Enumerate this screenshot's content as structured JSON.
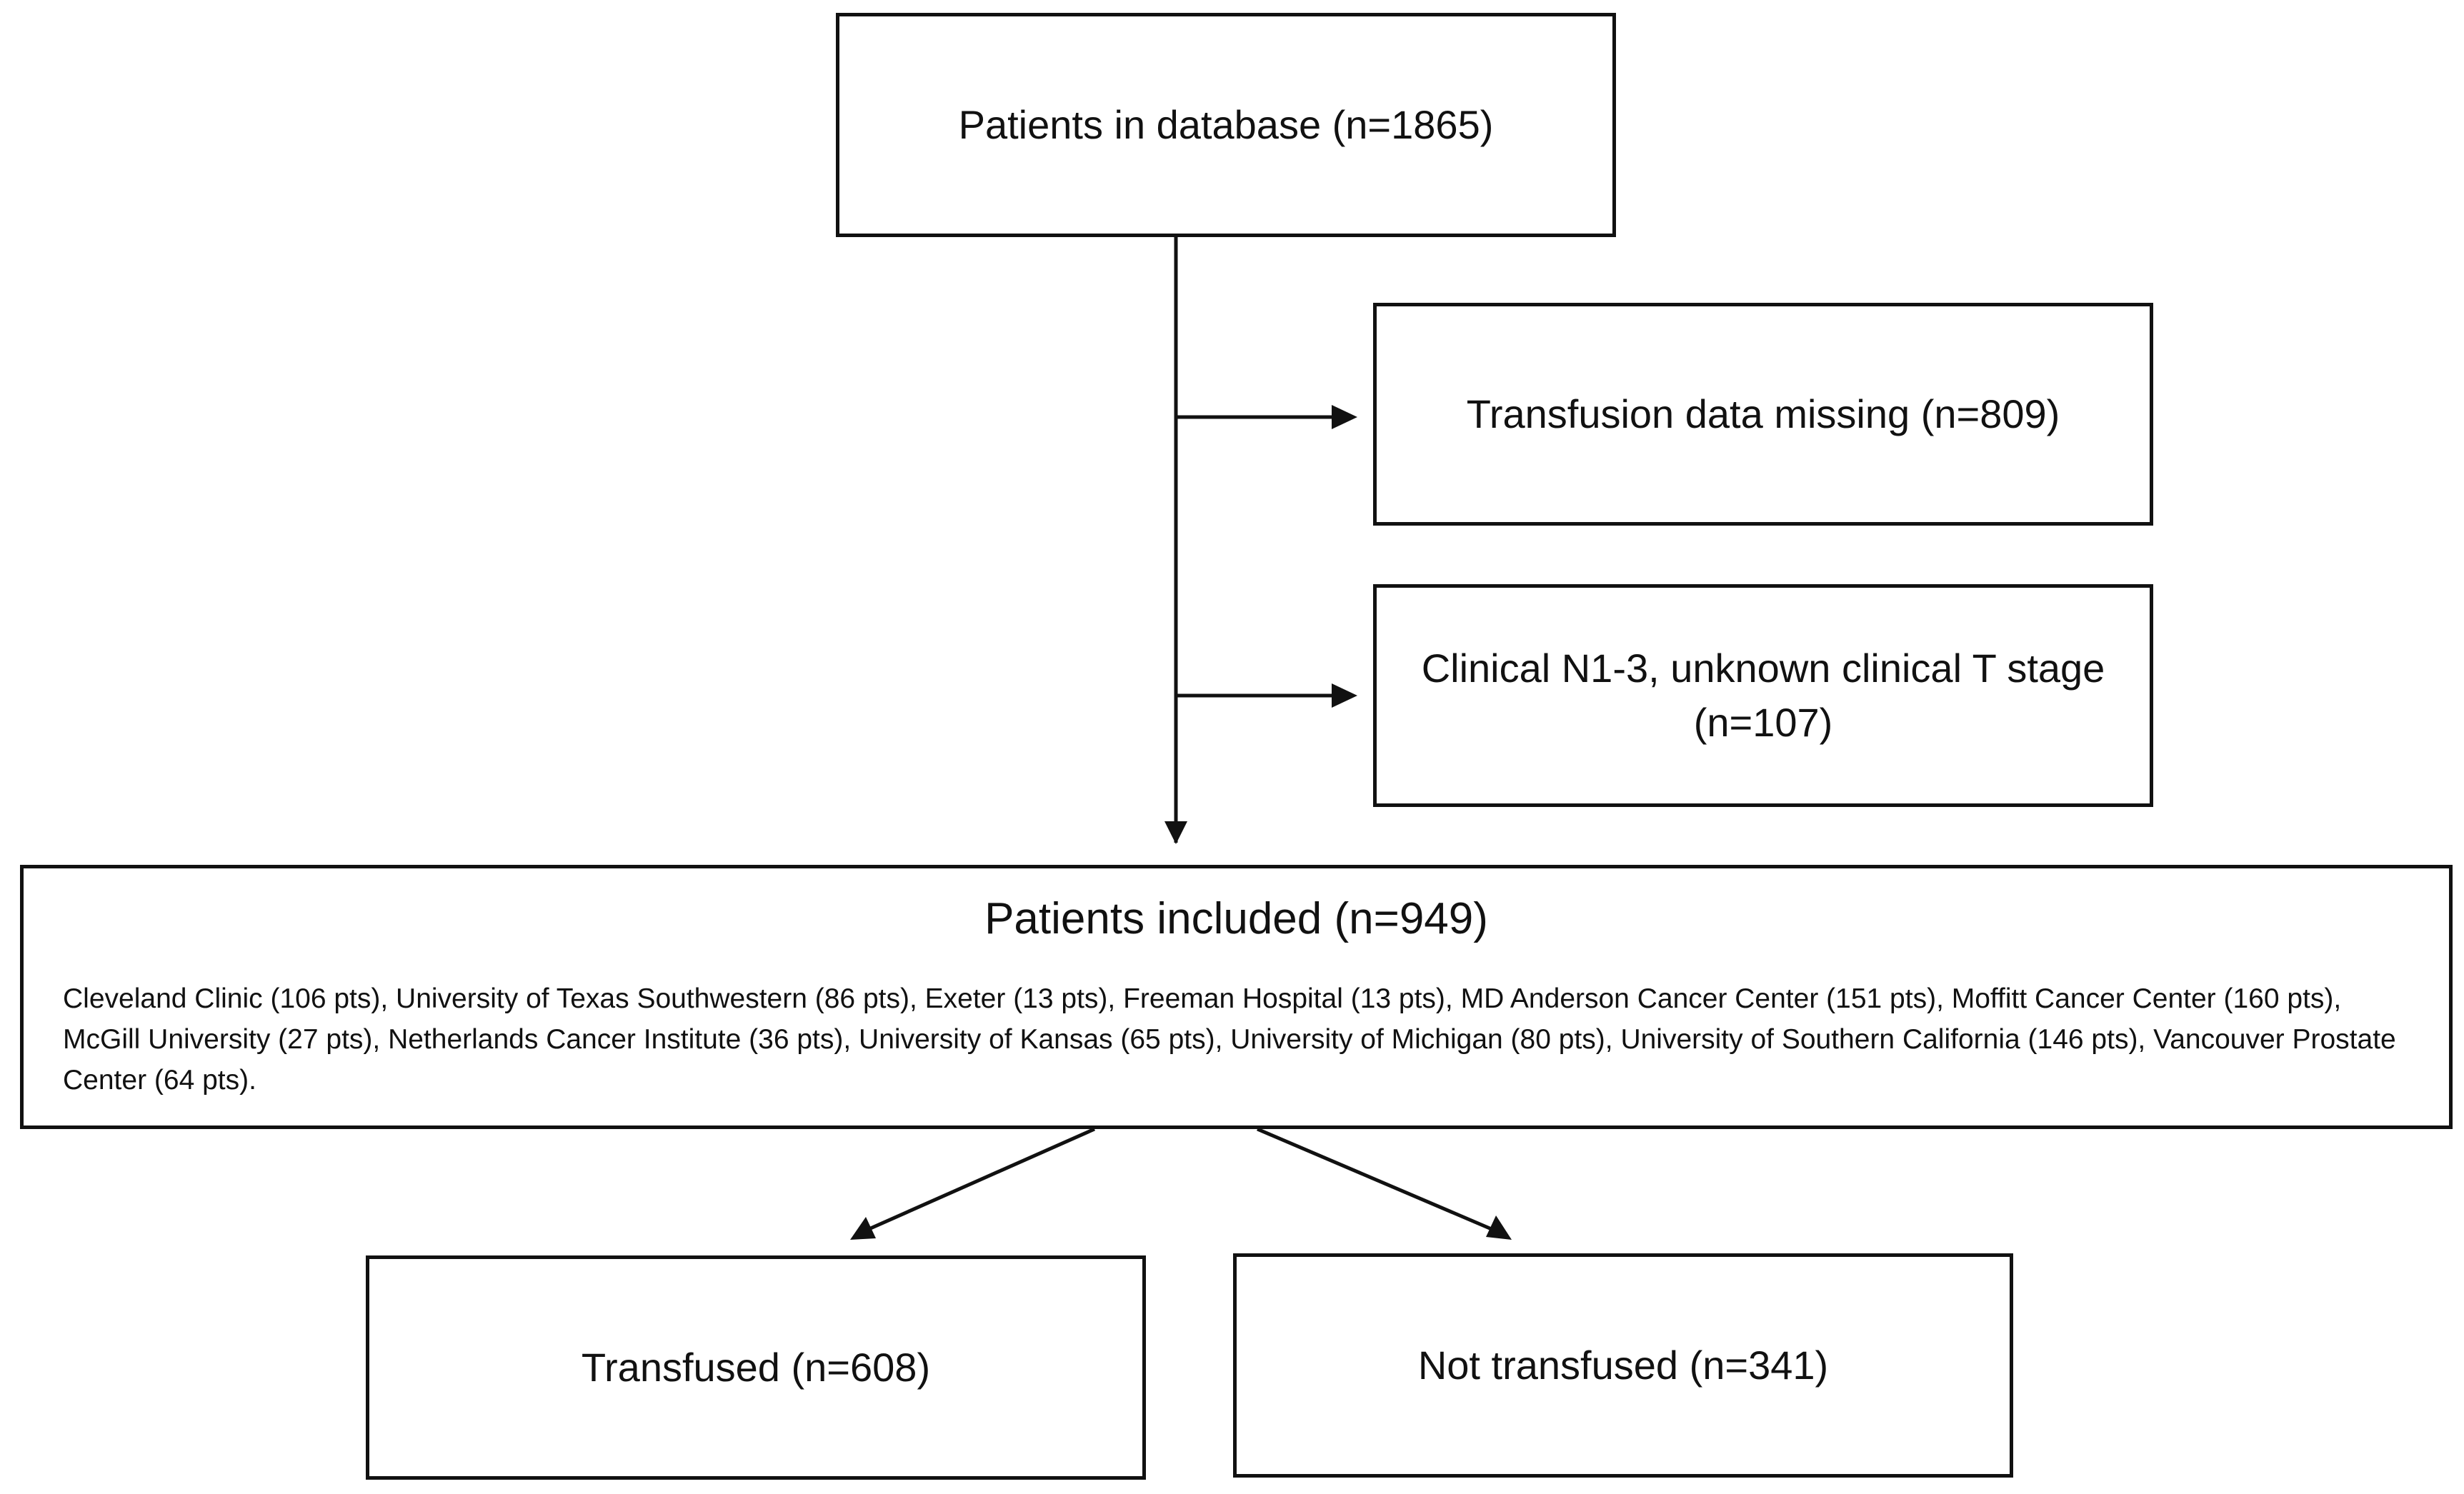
{
  "nodes": {
    "database": {
      "label": "Patients in database (n=1865)"
    },
    "missing": {
      "label": "Transfusion data missing (n=809)"
    },
    "excluded": {
      "line1": "Clinical N1-3, unknown clinical T stage",
      "line2": "(n=107)"
    },
    "included": {
      "title": "Patients included (n=949)",
      "centers": "Cleveland Clinic (106 pts), University of Texas Southwestern (86 pts), Exeter (13 pts), Freeman Hospital (13 pts), MD Anderson Cancer Center (151 pts), Moffitt Cancer Center (160 pts), McGill University (27 pts), Netherlands Cancer Institute (36 pts), University of Kansas (65 pts), University of Michigan (80 pts), University of Southern California (146 pts), Vancouver Prostate Center (64 pts)."
    },
    "transfused": {
      "label": "Transfused (n=608)"
    },
    "not_transfused": {
      "label": "Not transfused (n=341)"
    }
  },
  "edges": [
    {
      "from": "database",
      "to": "included"
    },
    {
      "from": "database",
      "to": "missing"
    },
    {
      "from": "database",
      "to": "excluded"
    },
    {
      "from": "included",
      "to": "transfused"
    },
    {
      "from": "included",
      "to": "not_transfused"
    }
  ],
  "colors": {
    "stroke": "#111111",
    "background": "#ffffff"
  }
}
